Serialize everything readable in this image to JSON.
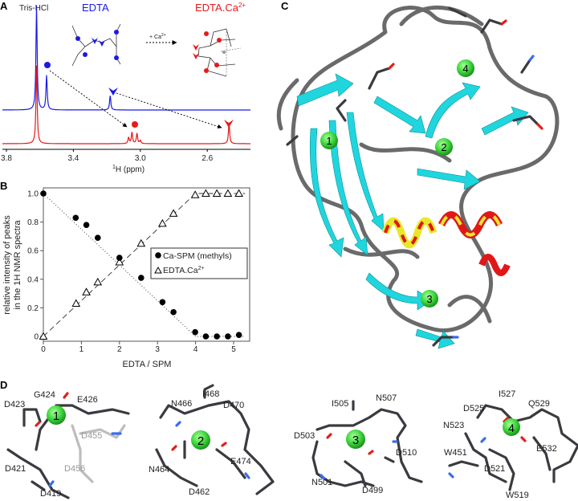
{
  "panels": {
    "a": {
      "label": "A",
      "tris_label": "Tris-HCl",
      "edta_label": "EDTA",
      "edta_ca_label": "EDTA.Ca",
      "edta_ca_sup": "2+",
      "arrow_label": "+ Ca",
      "arrow_sup": "2+",
      "xaxis_label_sup": "1",
      "xaxis_label": "H (ppm)",
      "xticks": [
        "3.8",
        "3.4",
        "3.0",
        "2.6"
      ],
      "colors": {
        "edta": "#1a1ae6",
        "edta_ca": "#e61a1a"
      },
      "spectra": {
        "edta": [
          {
            "ppm": 3.62,
            "h": 1.0
          },
          {
            "ppm": 3.56,
            "h": 0.33
          },
          {
            "ppm": 3.18,
            "h": 0.14
          }
        ],
        "edta_ca": [
          {
            "ppm": 3.62,
            "h": 0.75
          },
          {
            "ppm": 3.07,
            "h": 0.06
          },
          {
            "ppm": 3.05,
            "h": 0.11
          },
          {
            "ppm": 3.02,
            "h": 0.1
          },
          {
            "ppm": 3.0,
            "h": 0.03
          },
          {
            "ppm": 2.47,
            "h": 0.2
          }
        ]
      }
    },
    "b": {
      "label": "B"
    },
    "c": {
      "label": "C",
      "sites": [
        "1",
        "2",
        "3",
        "4"
      ]
    },
    "d": {
      "label": "D",
      "sites": [
        {
          "n": "1",
          "residues": [
            "D423",
            "G424",
            "E426",
            "D421",
            "D419"
          ],
          "grey_residues": [
            "D455",
            "D456"
          ]
        },
        {
          "n": "2",
          "residues": [
            "N466",
            "I468",
            "D470",
            "N464",
            "E474",
            "D462"
          ]
        },
        {
          "n": "3",
          "residues": [
            "I505",
            "N507",
            "D503",
            "D510",
            "N501",
            "D499"
          ]
        },
        {
          "n": "4",
          "residues": [
            "I527",
            "Q529",
            "D525",
            "N523",
            "E532",
            "W451",
            "D521",
            "W519"
          ]
        }
      ]
    }
  },
  "chart_data": {
    "type": "scatter",
    "xlabel": "EDTA / SPM",
    "ylabel": [
      "relative intensity of peaks",
      "in the 1H NMR spectra"
    ],
    "xlim": [
      0,
      5.3
    ],
    "ylim": [
      0,
      1.05
    ],
    "xticks": [
      "0",
      "1",
      "2",
      "3",
      "4",
      "5"
    ],
    "yticks": [
      "0",
      "0.2",
      "0.4",
      "0.6",
      "0.8",
      "1.0"
    ],
    "grid": false,
    "legend_position": "right-middle",
    "series": [
      {
        "name": "Ca-SPM (methyls)",
        "marker": "filled-circle",
        "line": "dotted",
        "x": [
          0,
          0.85,
          1.13,
          1.43,
          2.0,
          2.57,
          3.13,
          3.42,
          3.99,
          4.27,
          4.56,
          4.85,
          5.14
        ],
        "y": [
          1.0,
          0.83,
          0.78,
          0.69,
          0.55,
          0.41,
          0.24,
          0.17,
          0.03,
          0.0,
          0.0,
          0.0,
          0.01
        ]
      },
      {
        "name": "EDTA.Ca2+",
        "marker": "open-triangle",
        "line": "dashed",
        "x": [
          0,
          0.86,
          1.13,
          1.43,
          2.0,
          2.57,
          3.13,
          3.42,
          3.99,
          4.27,
          4.56,
          4.85,
          5.14
        ],
        "y": [
          0.0,
          0.23,
          0.31,
          0.38,
          0.52,
          0.65,
          0.79,
          0.86,
          0.99,
          1.0,
          1.0,
          1.0,
          1.0
        ]
      }
    ],
    "legend": {
      "entries": [
        "Ca-SPM (methyls)",
        "EDTA.Ca"
      ],
      "sup": "2+"
    }
  }
}
